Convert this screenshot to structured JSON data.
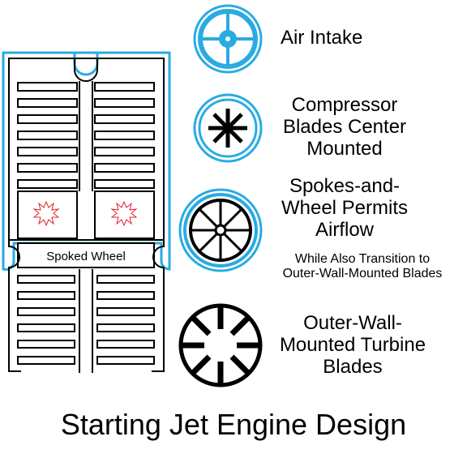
{
  "title": "Starting Jet Engine Design",
  "engine": {
    "wheel_label": "Spoked Wheel",
    "outline_color": "#29abe2",
    "spark_color": "#e0242f",
    "ink_color": "#000000"
  },
  "parts": [
    {
      "icon": "air-intake-icon",
      "label_lines": [
        "Air Intake"
      ]
    },
    {
      "icon": "compressor-blades-icon",
      "label_lines": [
        "Compressor",
        "Blades Center",
        "Mounted"
      ]
    },
    {
      "icon": "spoked-wheel-icon",
      "label_lines": [
        "Spokes-and-",
        "Wheel Permits",
        "Airflow"
      ],
      "sub_lines": [
        "While Also Transition to",
        "Outer-Wall-Mounted Blades"
      ]
    },
    {
      "icon": "turbine-blades-icon",
      "label_lines": [
        "Outer-Wall-",
        "Mounted Turbine",
        "Blades"
      ]
    }
  ]
}
